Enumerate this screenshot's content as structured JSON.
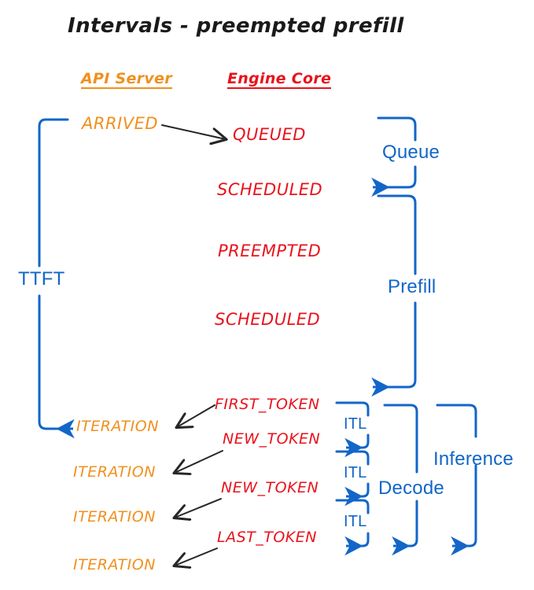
{
  "diagram": {
    "title": "Intervals - preempted prefill",
    "colors": {
      "api_server": "#F0901E",
      "engine_core": "#E8121C",
      "interval": "#1266C8",
      "transition_arrow": "#262626",
      "background": "#FFFFFF"
    },
    "columns": [
      {
        "id": "api-server",
        "label": "API Server",
        "color": "#F0901E"
      },
      {
        "id": "engine-core",
        "label": "Engine Core",
        "color": "#E8121C"
      }
    ],
    "api_server_events": [
      {
        "id": "arrived",
        "label": "ARRIVED"
      },
      {
        "id": "iteration-1",
        "label": "ITERATION"
      },
      {
        "id": "iteration-2",
        "label": "ITERATION"
      },
      {
        "id": "iteration-3",
        "label": "ITERATION"
      },
      {
        "id": "iteration-4",
        "label": "ITERATION"
      }
    ],
    "engine_core_events": [
      {
        "id": "queued",
        "label": "QUEUED"
      },
      {
        "id": "scheduled-1",
        "label": "SCHEDULED"
      },
      {
        "id": "preempted",
        "label": "PREEMPTED"
      },
      {
        "id": "scheduled-2",
        "label": "SCHEDULED"
      },
      {
        "id": "first-token",
        "label": "FIRST_TOKEN"
      },
      {
        "id": "new-token-1",
        "label": "NEW_TOKEN"
      },
      {
        "id": "new-token-2",
        "label": "NEW_TOKEN"
      },
      {
        "id": "last-token",
        "label": "LAST_TOKEN"
      }
    ],
    "intervals": [
      {
        "id": "ttft",
        "label": "TTFT"
      },
      {
        "id": "queue",
        "label": "Queue"
      },
      {
        "id": "prefill",
        "label": "Prefill"
      },
      {
        "id": "itl-1",
        "label": "ITL"
      },
      {
        "id": "itl-2",
        "label": "ITL"
      },
      {
        "id": "itl-3",
        "label": "ITL"
      },
      {
        "id": "decode",
        "label": "Decode"
      },
      {
        "id": "inference",
        "label": "Inference"
      }
    ]
  }
}
